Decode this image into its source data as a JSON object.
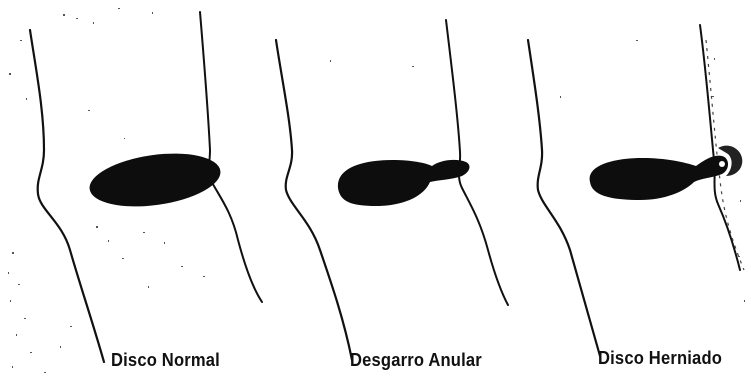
{
  "panels": [
    {
      "caption": "Disco Normal",
      "stage": "normal"
    },
    {
      "caption": "Desgarro Anular",
      "stage": "annular-tear"
    },
    {
      "caption": "Disco Herniado",
      "stage": "herniated"
    }
  ],
  "colors": {
    "background": "#ffffff",
    "ink": "#111111",
    "nucleus": "#0d0d0d"
  }
}
